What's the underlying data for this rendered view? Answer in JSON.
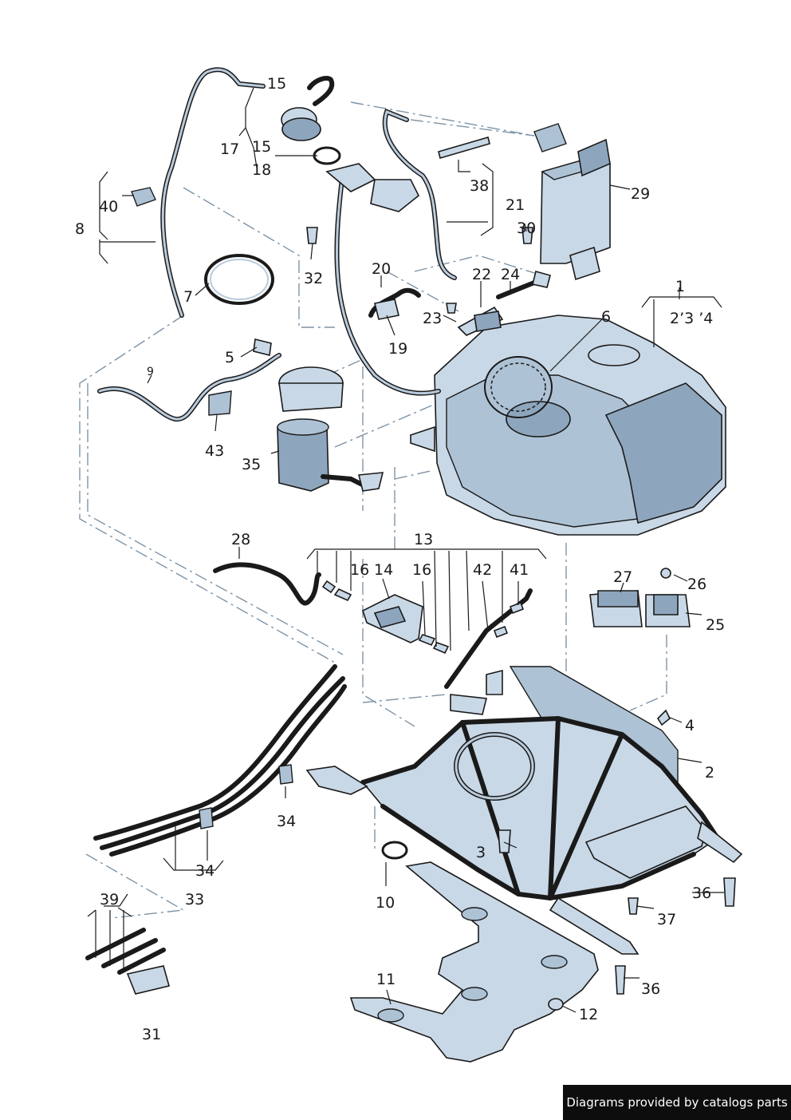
{
  "labels": {
    "l1": "1",
    "l2": "2",
    "l2b": "2’3 ’4",
    "l3": "3",
    "l4": "4",
    "l5": "5",
    "l6": "6",
    "l7": "7",
    "l8": "8",
    "l9": "9",
    "l10": "10",
    "l11": "11",
    "l12": "12",
    "l13": "13",
    "l14": "14",
    "l15a": "15",
    "l15b": "15",
    "l16a": "16",
    "l16b": "16",
    "l17": "17",
    "l18": "18",
    "l19": "19",
    "l20": "20",
    "l21": "21",
    "l22": "22",
    "l23": "23",
    "l24": "24",
    "l25": "25",
    "l26": "26",
    "l27": "27",
    "l28": "28",
    "l29": "29",
    "l30": "30",
    "l31": "31",
    "l32": "32",
    "l33": "33",
    "l34a": "34",
    "l34b": "34",
    "l35": "35",
    "l36a": "36",
    "l36b": "36",
    "l37": "37",
    "l38": "38",
    "l39": "39",
    "l40": "40",
    "l41": "41",
    "l42": "42",
    "l43": "43"
  },
  "footer": {
    "credit": "Diagrams provided by catalogs parts"
  }
}
